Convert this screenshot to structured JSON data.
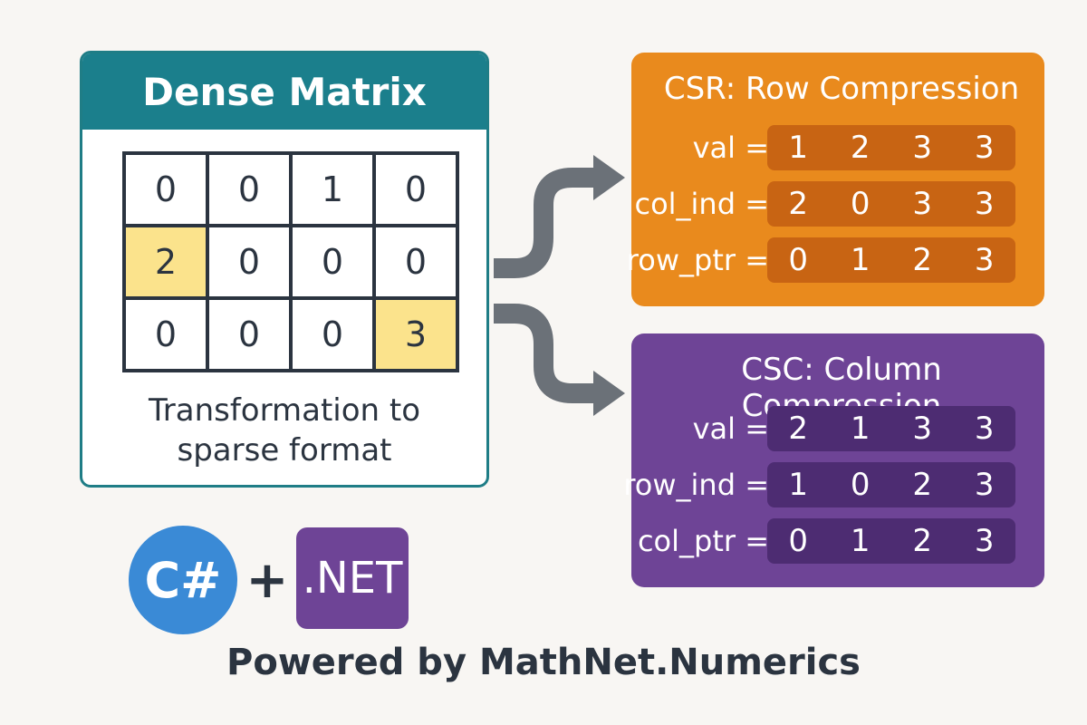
{
  "dense": {
    "title": "Dense Matrix",
    "rows": [
      [
        "0",
        "0",
        "1",
        "0"
      ],
      [
        "2",
        "0",
        "0",
        "0"
      ],
      [
        "0",
        "0",
        "0",
        "3"
      ]
    ],
    "highlighted": [
      [
        1,
        0
      ],
      [
        2,
        3
      ]
    ],
    "caption_line1": "Transformation to",
    "caption_line2": "sparse format"
  },
  "csr": {
    "title": "CSR: Row Compression",
    "rows": [
      {
        "label": "val =",
        "values": [
          "1",
          "2",
          "3",
          "3"
        ]
      },
      {
        "label": "col_ind =",
        "values": [
          "2",
          "0",
          "3",
          "3"
        ]
      },
      {
        "label": "row_ptr =",
        "values": [
          "0",
          "1",
          "2",
          "3"
        ]
      }
    ]
  },
  "csc": {
    "title": "CSC: Column Compression",
    "rows": [
      {
        "label": "val =",
        "values": [
          "2",
          "1",
          "3",
          "3"
        ]
      },
      {
        "label": "row_ind =",
        "values": [
          "1",
          "0",
          "2",
          "3"
        ]
      },
      {
        "label": "col_ptr =",
        "values": [
          "0",
          "1",
          "2",
          "3"
        ]
      }
    ]
  },
  "logos": {
    "csharp": "C#",
    "plus": "+",
    "dotnet": ".NET"
  },
  "footer": "Powered by MathNet.Numerics",
  "colors": {
    "teal": "#1b7f8c",
    "orange": "#e98a1d",
    "purple": "#6e4496",
    "highlight": "#fbe38c",
    "arrow": "#6b7178"
  }
}
